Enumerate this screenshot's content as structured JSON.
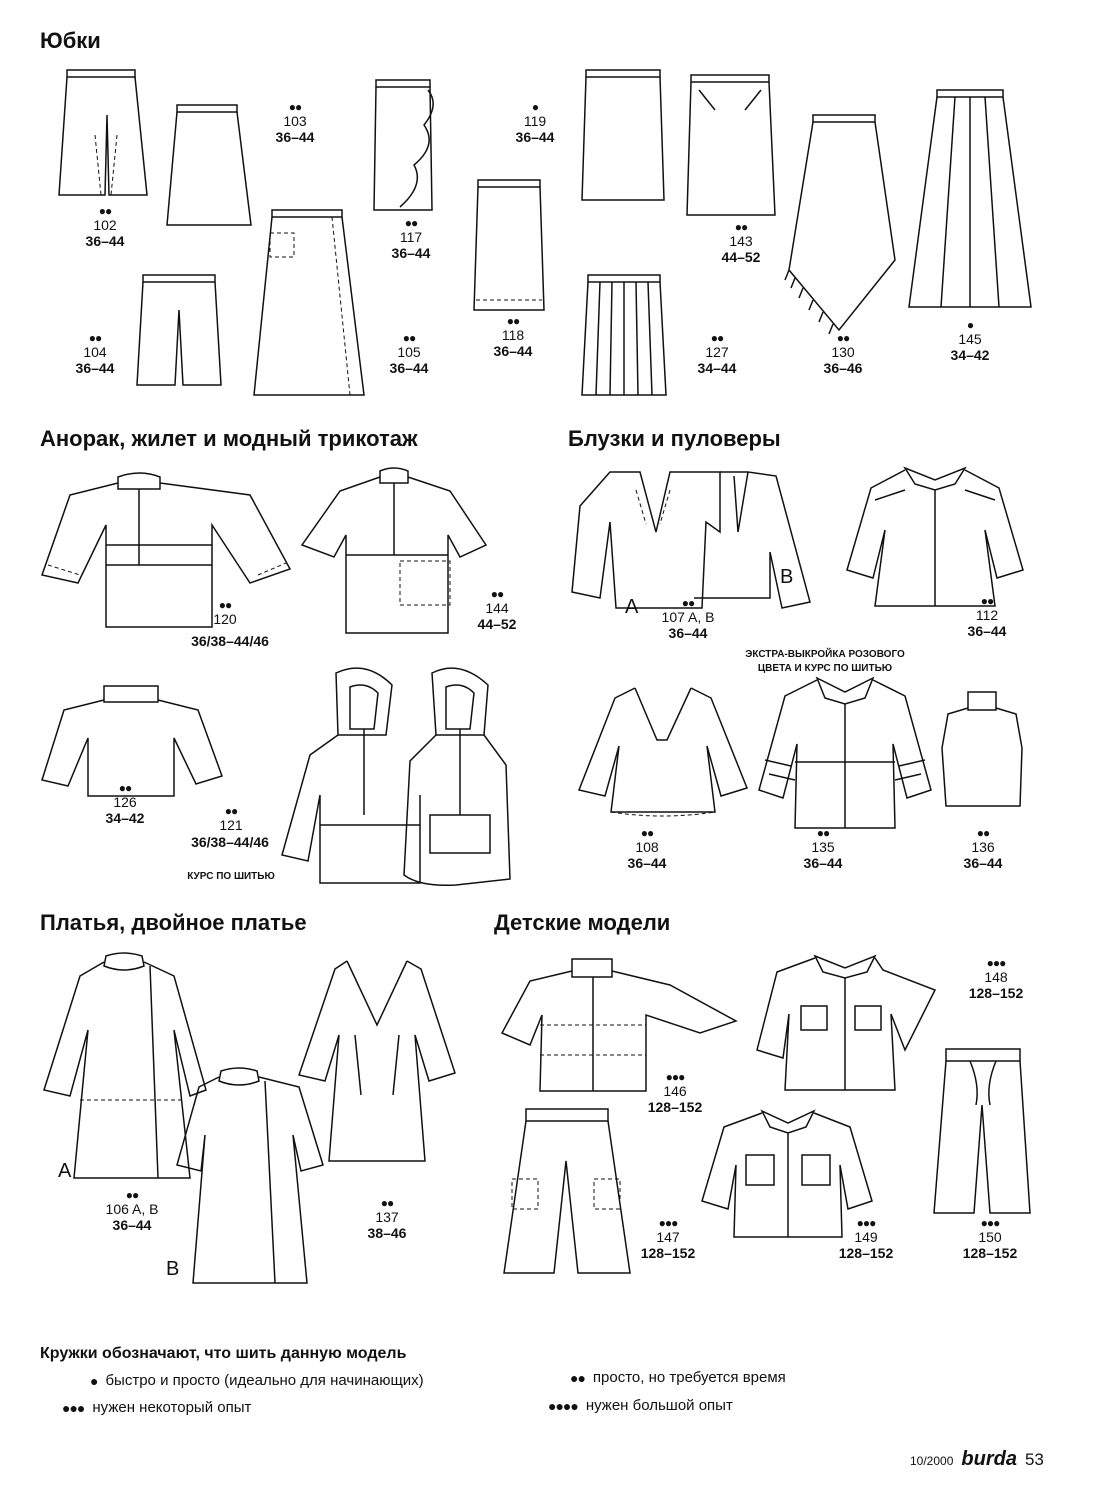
{
  "sections": {
    "skirts": "Юбки",
    "anorak": "Анорак, жилет и модный трикотаж",
    "blouses": "Блузки и пуловеры",
    "dresses": "Платья, двойное платье",
    "kids": "Детские модели"
  },
  "models": {
    "m102": {
      "dots": "●●",
      "num": "102",
      "size": "36–44"
    },
    "m103": {
      "dots": "●●",
      "num": "103",
      "size": "36–44"
    },
    "m104": {
      "dots": "●●",
      "num": "104",
      "size": "36–44"
    },
    "m105": {
      "dots": "●●",
      "num": "105",
      "size": "36–44"
    },
    "m117": {
      "dots": "●●",
      "num": "117",
      "size": "36–44"
    },
    "m118": {
      "dots": "●●",
      "num": "118",
      "size": "36–44"
    },
    "m119": {
      "dots": "●",
      "num": "119",
      "size": "36–44"
    },
    "m127": {
      "dots": "●●",
      "num": "127",
      "size": "34–44"
    },
    "m143": {
      "dots": "●●",
      "num": "143",
      "size": "44–52"
    },
    "m130": {
      "dots": "●●",
      "num": "130",
      "size": "36–46"
    },
    "m145": {
      "dots": "●",
      "num": "145",
      "size": "34–42"
    },
    "m120": {
      "dots": "●●",
      "num": "120",
      "size": "36/38–44/46"
    },
    "m144": {
      "dots": "●●",
      "num": "144",
      "size": "44–52"
    },
    "m126": {
      "dots": "●●",
      "num": "126",
      "size": "34–42"
    },
    "m121": {
      "dots": "●●",
      "num": "121",
      "size": "36/38–44/46"
    },
    "m107": {
      "dots": "●●",
      "num": "107 A, B",
      "size": "36–44"
    },
    "m112": {
      "dots": "●●",
      "num": "112",
      "size": "36–44"
    },
    "m108": {
      "dots": "●●",
      "num": "108",
      "size": "36–44"
    },
    "m135": {
      "dots": "●●",
      "num": "135",
      "size": "36–44"
    },
    "m136": {
      "dots": "●●",
      "num": "136",
      "size": "36–44"
    },
    "m106": {
      "dots": "●●",
      "num": "106 A, B",
      "size": "36–44"
    },
    "m137": {
      "dots": "●●",
      "num": "137",
      "size": "38–46"
    },
    "m146": {
      "dots": "●●●",
      "num": "146",
      "size": "128–152"
    },
    "m147": {
      "dots": "●●●",
      "num": "147",
      "size": "128–152"
    },
    "m148": {
      "dots": "●●●",
      "num": "148",
      "size": "128–152"
    },
    "m149": {
      "dots": "●●●",
      "num": "149",
      "size": "128–152"
    },
    "m150": {
      "dots": "●●●",
      "num": "150",
      "size": "128–152"
    }
  },
  "notes": {
    "extra_line1": "ЭКСТРА-ВЫКРОЙКА РОЗОВОГО",
    "extra_line2": "ЦВЕТА И КУРС ПО ШИТЬЮ",
    "course": "КУРС ПО ШИТЬЮ"
  },
  "letters": {
    "a": "A",
    "b": "B"
  },
  "legend": {
    "title": "Кружки обозначают, что шить данную модель",
    "items": [
      {
        "dots": "●",
        "text": "быстро и просто (идеально для начинающих)"
      },
      {
        "dots": "●●",
        "text": "просто, но требуется время"
      },
      {
        "dots": "●●●",
        "text": "нужен некоторый опыт"
      },
      {
        "dots": "●●●●",
        "text": "нужен большой опыт"
      }
    ]
  },
  "footer": {
    "issue": "10/2000",
    "brand": "burda",
    "page": "53"
  }
}
